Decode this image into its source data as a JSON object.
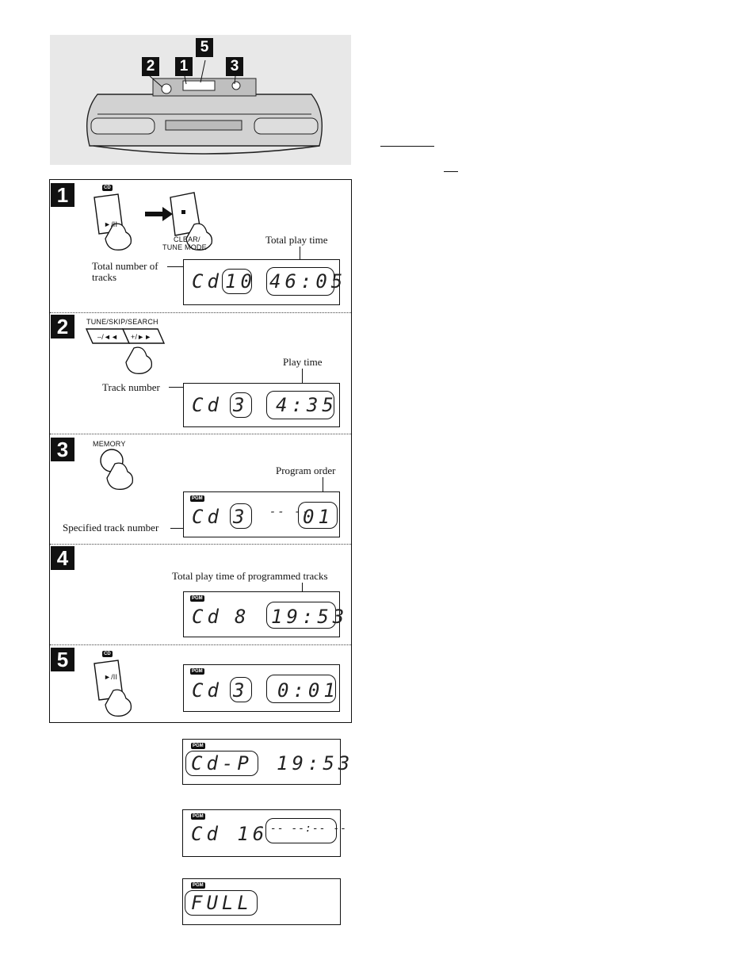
{
  "callouts": [
    "2",
    "1",
    "5",
    "3"
  ],
  "steps": [
    {
      "num": "1",
      "button_labels": [
        "CD",
        "►/II",
        "CLEAR/",
        "TUNE MODE"
      ],
      "captions": {
        "total_play_time": "Total play time",
        "total_tracks": "Total number of\ntracks"
      },
      "lcd": {
        "mode": "Cd",
        "tracks": "10",
        "time": "46:05"
      }
    },
    {
      "num": "2",
      "button_labels": [
        "TUNE/SKIP/SEARCH",
        "–/◄◄",
        "+/►►"
      ],
      "captions": {
        "play_time": "Play time",
        "track_number": "Track number"
      },
      "lcd": {
        "mode": "Cd",
        "track": "3",
        "time": "4:35"
      }
    },
    {
      "num": "3",
      "button_labels": [
        "MEMORY"
      ],
      "captions": {
        "program_order": "Program order",
        "specified_track": "Specified track number"
      },
      "lcd": {
        "badge": "PGM",
        "mode": "Cd",
        "track": "3",
        "dashes": "-- --",
        "order": "01"
      }
    },
    {
      "num": "4",
      "captions": {
        "total_programmed": "Total play time of programmed tracks"
      },
      "lcd": {
        "badge": "PGM",
        "mode": "Cd",
        "track": "8",
        "time": "19:53"
      }
    },
    {
      "num": "5",
      "button_labels": [
        "CD",
        "►/II"
      ],
      "lcd": {
        "badge": "PGM",
        "mode": "Cd",
        "track": "3",
        "time": "0:01"
      }
    }
  ],
  "extra_displays": [
    {
      "badge": "PGM",
      "main": "Cd-P",
      "time": "19:53"
    },
    {
      "badge": "PGM",
      "main": "Cd 16",
      "time": "-- --:-- --"
    },
    {
      "badge": "PGM",
      "main": "FULL"
    }
  ]
}
